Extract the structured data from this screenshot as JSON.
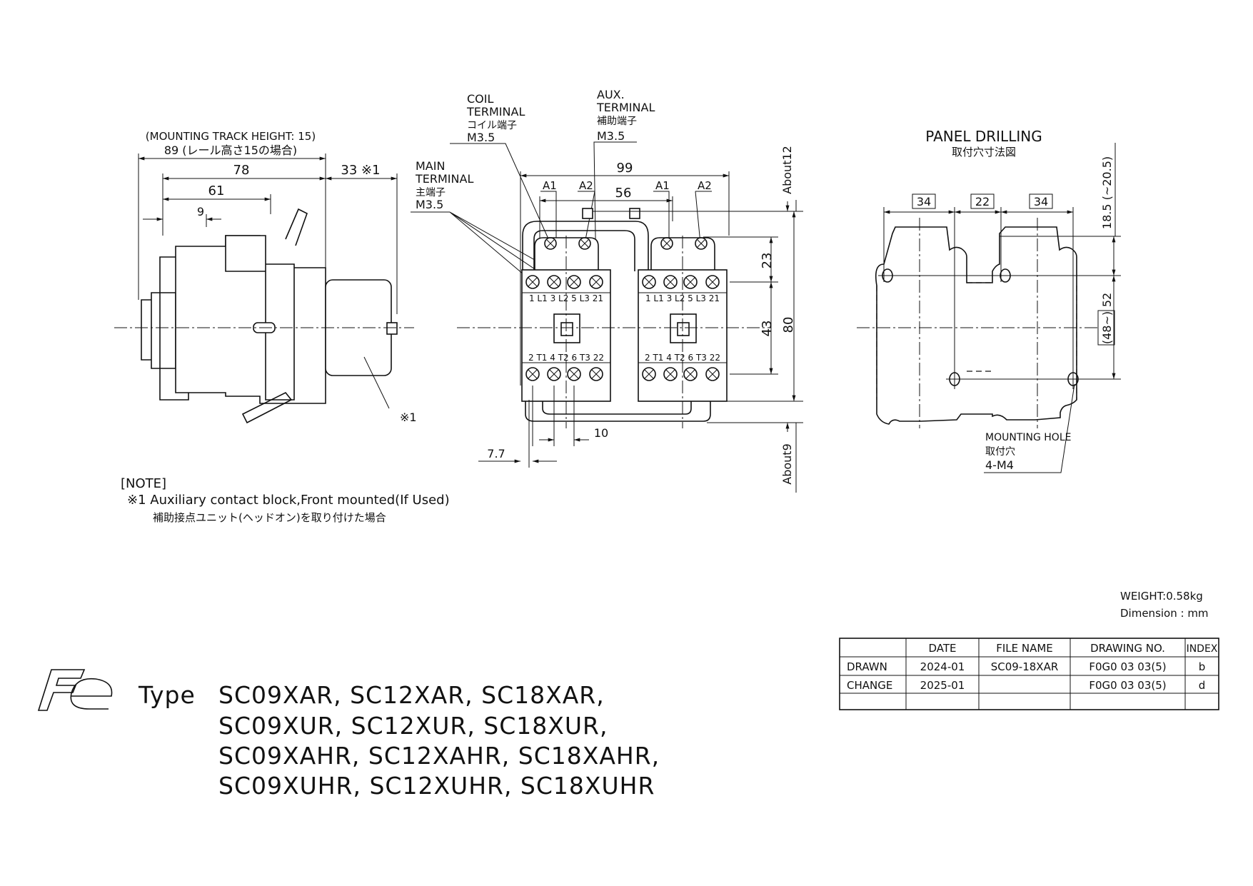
{
  "side_view": {
    "track_note": "(MOUNTING TRACK HEIGHT: 15)",
    "dim_89": "89 (レール高さ15の場合)",
    "dim_78": "78",
    "dim_61": "61",
    "dim_9": "9",
    "dim_33": "33 ※1",
    "note_ref": "※1"
  },
  "front_view": {
    "coil_terminal": [
      "COIL",
      "TERMINAL",
      "コイル端子",
      "M3.5"
    ],
    "aux_terminal": [
      "AUX.",
      "TERMINAL",
      "補助端子",
      "M3.5"
    ],
    "main_terminal": [
      "MAIN",
      "TERMINAL",
      "主端子",
      "M3.5"
    ],
    "dim_99": "99",
    "dim_56": "56",
    "dim_23": "23",
    "dim_43": "43",
    "dim_80": "80",
    "dim_10": "10",
    "dim_7_7": "7.7",
    "about_12": "About12",
    "about_9": "About9",
    "coil_labels": [
      "A1",
      "A2",
      "A1",
      "A2"
    ],
    "top_terminal_labels": "1 L1  3 L2  5 L3  21",
    "bottom_terminal_labels": "2 T1  4 T2  6 T3  22"
  },
  "panel_drilling": {
    "title": "PANEL DRILLING",
    "title_jp": "取付穴寸法図",
    "dim_34_left": "34",
    "dim_22": "22",
    "dim_34_right": "34",
    "dim_18_5": "18.5 (~20.5)",
    "dim_52": "52",
    "dim_48": "(48~)",
    "mounting_hole": [
      "MOUNTING HOLE",
      "取付穴",
      "4-M4"
    ]
  },
  "note": {
    "heading": "[NOTE]",
    "line1": "※1  Auxiliary contact block,Front mounted(If Used)",
    "line2": "補助接点ユニット(ヘッドオン)を取り付けた場合"
  },
  "logo": "Fe",
  "type_label": "Type",
  "models": [
    "SC09XAR, SC12XAR, SC18XAR,",
    "SC09XUR, SC12XUR, SC18XUR,",
    "SC09XAHR, SC12XAHR, SC18XAHR,",
    "SC09XUHR, SC12XUHR, SC18XUHR"
  ],
  "weight": "WEIGHT:0.58kg",
  "dimension_unit": "Dimension : mm",
  "title_block": {
    "headers": [
      "",
      "DATE",
      "FILE NAME",
      "DRAWING NO.",
      "INDEX"
    ],
    "rows": [
      [
        "DRAWN",
        "2024-01",
        "SC09-18XAR",
        "F0G0 03 03(5)",
        "b"
      ],
      [
        "CHANGE",
        "2025-01",
        "",
        "F0G0 03 03(5)",
        "d"
      ],
      [
        "",
        "",
        "",
        "",
        ""
      ]
    ]
  }
}
